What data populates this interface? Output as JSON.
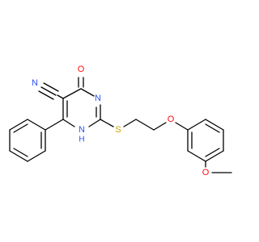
{
  "colors": {
    "carbon": "#000000",
    "nitrogen": "#3050f8",
    "oxygen": "#ff0d0d",
    "sulfur": "#c8a000",
    "background": "#ffffff"
  },
  "atom_labels": {
    "n_nitrile": "N",
    "o_carbonyl": "O",
    "n_ring3": "N",
    "s_thioether": "S",
    "o_ether": "O",
    "o_methoxy": "O",
    "nh_ring1": "N",
    "h_ring1": "H"
  }
}
